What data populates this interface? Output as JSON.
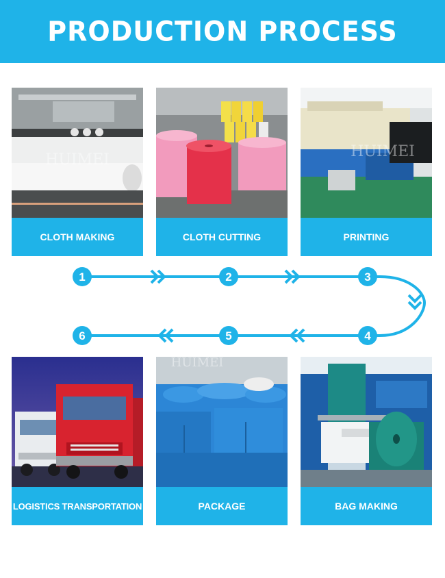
{
  "header": {
    "title": "PRODUCTION PROCESS"
  },
  "steps": [
    {
      "number": "1",
      "label": "CLOTH MAKING"
    },
    {
      "number": "2",
      "label": "CLOTH CUTTING"
    },
    {
      "number": "3",
      "label": "PRINTING"
    },
    {
      "number": "4",
      "label": "BAG MAKING"
    },
    {
      "number": "5",
      "label": "PACKAGE"
    },
    {
      "number": "6",
      "label": "LOGISTICS TRANSPORTATION"
    }
  ],
  "watermark": "HUIMEI",
  "colors": {
    "accent": "#1fb3e8",
    "text_on_accent": "#ffffff"
  },
  "icons": {
    "arrow": "double-chevron-right-icon",
    "arrow_back": "double-chevron-left-icon"
  }
}
